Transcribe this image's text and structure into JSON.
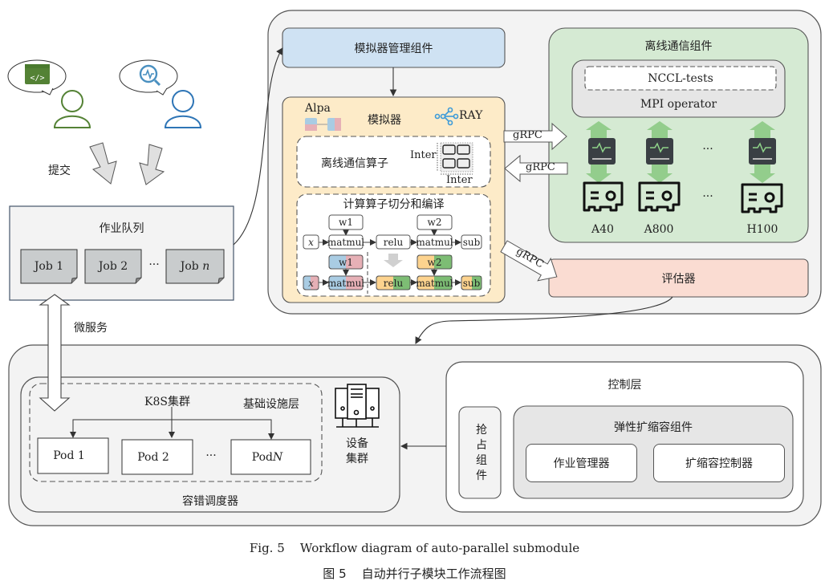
{
  "users": {
    "submit_label": "提交"
  },
  "job_queue": {
    "title": "作业队列",
    "jobs": [
      "Job 1",
      "Job 2",
      "Job n"
    ],
    "ellipsis": "···"
  },
  "microservice_label": "微服务",
  "simulator_manager": {
    "title": "模拟器管理组件"
  },
  "simulator": {
    "title": "模拟器",
    "alpa_label": "Alpa",
    "ray_label": "RAY",
    "offline_op": {
      "title": "离线通信算子",
      "inter_v": "Inter",
      "inter_h": "Inter"
    },
    "compute_op": {
      "title": "计算算子切分和编译",
      "top_row": {
        "w1": "w1",
        "w2": "w2",
        "x": "x",
        "matmul1": "matmul",
        "relu": "relu",
        "matmul2": "matmul",
        "sub": "sub"
      },
      "bottom_row": {
        "w1": "w1",
        "w2": "w2",
        "x": "x",
        "matmul1": "matmul",
        "relu": "relu",
        "matmul2": "matmul",
        "sub": "sub"
      }
    }
  },
  "grpc": {
    "to_comm": "gRPC",
    "from_comm": "gRPC",
    "to_eval": "gRPC"
  },
  "offline_comm": {
    "title": "离线通信组件",
    "nccl": "NCCL-tests",
    "mpi": "MPI operator",
    "gpus": [
      "A40",
      "A800",
      "H100"
    ],
    "ellipsis": "···"
  },
  "evaluator": {
    "title": "评估器"
  },
  "scheduler": {
    "title": "容错调度器",
    "k8s": "K8S集群",
    "infra": "基础设施层",
    "pods": [
      "Pod 1",
      "Pod 2",
      "Pod N"
    ],
    "ellipsis": "···",
    "device_cluster_line1": "设备",
    "device_cluster_line2": "集群"
  },
  "control": {
    "title": "控制层",
    "preempt": [
      "抢",
      "占",
      "组",
      "件"
    ],
    "elastic_title": "弹性扩缩容组件",
    "job_manager": "作业管理器",
    "scale_controller": "扩缩容控制器"
  },
  "caption": {
    "en": "Fig. 5    Workflow diagram of auto-parallel submodule",
    "cn": "图 5    自动并行子模块工作流程图"
  },
  "colors": {
    "blue_box": "#cfe2f3",
    "orange_box": "#fdebc8",
    "green_box": "#d5ead3",
    "pink_box": "#fadcd2",
    "gray_panel": "#f3f3f3",
    "user_green": "#548235",
    "user_blue": "#2e75b6"
  }
}
